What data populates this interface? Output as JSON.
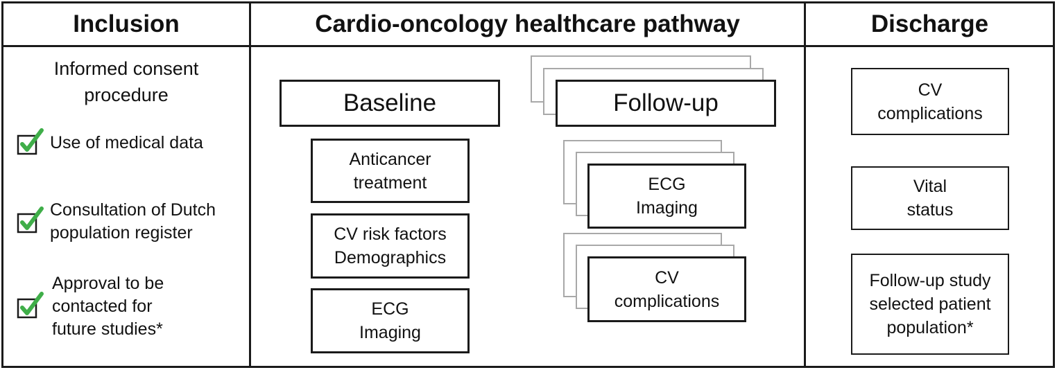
{
  "headers": {
    "inclusion": "Inclusion",
    "pathway": "Cardio-oncology healthcare pathway",
    "discharge": "Discharge"
  },
  "inclusion": {
    "consent_title_lines": [
      "Informed consent",
      "procedure"
    ],
    "items": [
      {
        "lines": [
          "Use of medical data"
        ],
        "checked": true
      },
      {
        "lines": [
          "Consultation of Dutch",
          "population register"
        ],
        "checked": true
      },
      {
        "lines": [
          "Approval to be",
          "contacted for",
          "future studies*"
        ],
        "checked": true
      }
    ]
  },
  "pathway": {
    "baseline": {
      "title": "Baseline",
      "boxes": [
        {
          "lines": [
            "Anticancer",
            "treatment"
          ]
        },
        {
          "lines": [
            "CV risk factors",
            "Demographics"
          ]
        },
        {
          "lines": [
            "ECG",
            "Imaging"
          ]
        }
      ]
    },
    "followup": {
      "title": "Follow-up",
      "boxes": [
        {
          "lines": [
            "ECG",
            "Imaging"
          ]
        },
        {
          "lines": [
            "CV",
            "complications"
          ]
        }
      ]
    }
  },
  "discharge": {
    "boxes": [
      {
        "lines": [
          "CV",
          "complications"
        ]
      },
      {
        "lines": [
          "Vital",
          "status"
        ]
      },
      {
        "lines": [
          "Follow-up study",
          "selected patient",
          "population*"
        ]
      }
    ]
  },
  "colors": {
    "border": "#1a1a1a",
    "stack_shadow": "#a8a8a8",
    "check": "#3fae49"
  },
  "icons": {
    "checkbox": "checkbox-checked-icon"
  }
}
